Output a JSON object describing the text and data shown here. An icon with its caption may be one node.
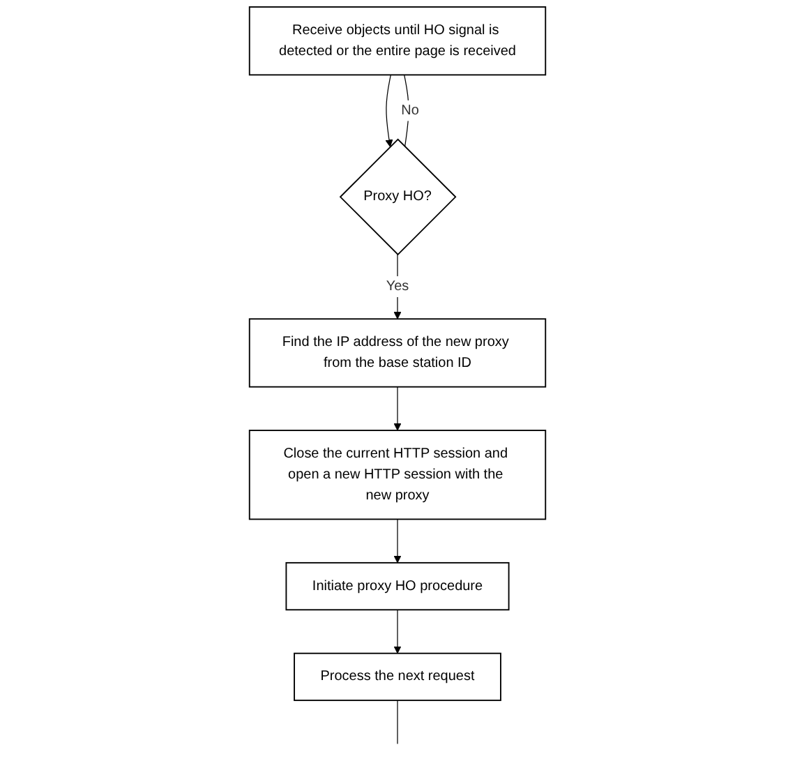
{
  "diagram": {
    "nodes": [
      {
        "text": [
          "Receive objects until HO signal is detected or the entire page is received"
        ]
      },
      {
        "text": [
          "Proxy HO?"
        ]
      },
      {
        "text": [
          "Find the IP address of the new proxy from the base station ID"
        ]
      },
      {
        "text": [
          "Close the current HTTP session and open a new HTTP session with the new proxy"
        ]
      },
      {
        "text": [
          "Initiate proxy HO procedure"
        ]
      },
      {
        "text": [
          "Process the next request"
        ]
      }
    ],
    "edges": [
      {
        "from": 0,
        "to": 1,
        "arrow": "to"
      },
      {
        "from": 1,
        "to": 2,
        "arrow": "to",
        "label": "Yes"
      },
      {
        "from": 1,
        "to": 0,
        "arrow": "none",
        "label": "No"
      },
      {
        "from": 2,
        "to": 3,
        "arrow": "to"
      },
      {
        "from": 3,
        "to": 4,
        "arrow": "to"
      },
      {
        "from": 4,
        "to": 5,
        "arrow": "to"
      },
      {
        "from": 5,
        "to": null,
        "arrow": "none"
      }
    ]
  }
}
